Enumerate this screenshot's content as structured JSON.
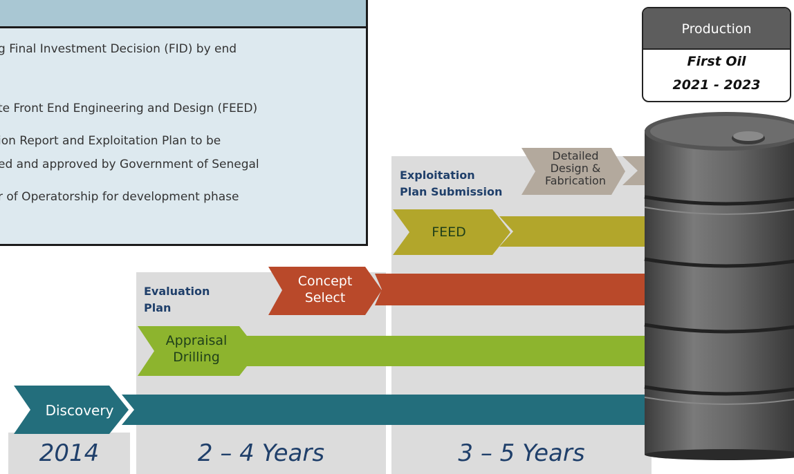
{
  "info_box": {
    "lines": [
      "g Final Investment Decision (FID) by end",
      "te Front End Engineering and Design (FEED)",
      "ion Report and Exploitation Plan to be",
      "ed and approved by Government of Senegal",
      "r of Operatorship for development phase"
    ]
  },
  "production": {
    "header": "Production",
    "line1": "First Oil",
    "line2": "2021 - 2023"
  },
  "stages": {
    "discovery": "Discovery",
    "appraisal_line1": "Appraisal",
    "appraisal_line2": "Drilling",
    "concept_line1": "Concept",
    "concept_line2": "Select",
    "feed": "FEED",
    "detailed_line1": "Detailed",
    "detailed_line2": "Design &",
    "detailed_line3": "Fabrication"
  },
  "labels": {
    "evaluation_line1": "Evaluation",
    "evaluation_line2": "Plan",
    "exploitation_line1": "Exploitation",
    "exploitation_line2": "Plan Submission"
  },
  "years": {
    "col1": "2014",
    "col2": "2 – 4 Years",
    "col3": "3 – 5 Years"
  },
  "colors": {
    "teal": "#236e7c",
    "green": "#8db42e",
    "orange": "#b9492a",
    "olive": "#b2a62b",
    "tan": "#b3a99d",
    "grey_bg": "#dcdcdc",
    "info_bg": "#dde9ef",
    "info_header": "#a9c7d3",
    "production_header": "#5d5d5d"
  }
}
